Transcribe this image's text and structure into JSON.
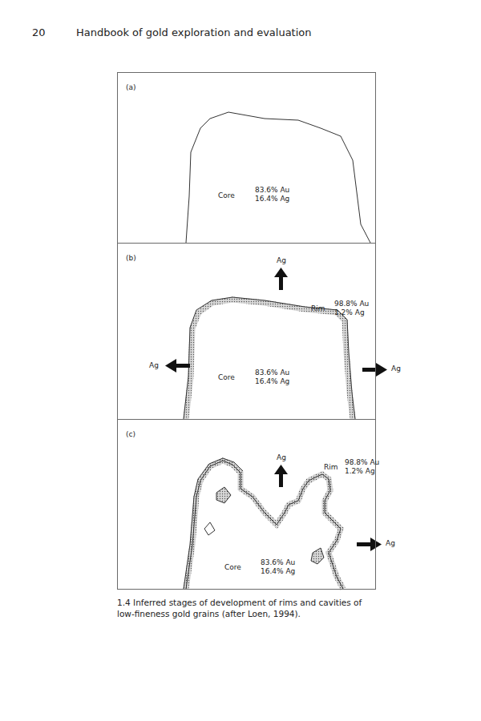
{
  "diagram": {
    "caption": "1.4 Inferred stages of development of rims and cavities of low-fineness gold grains (after Loen, 1994).",
    "nodes": [
      {
        "text": [
          "(a)"
        ]
      },
      {
        "text": [
          "(b)"
        ]
      },
      {
        "text": [
          "(c)"
        ]
      }
    ],
    "labels": [
      "20",
      "Handbook of gold exploration and evaluation",
      "Core",
      "83.6% Au",
      "16.4% Ag",
      "Ag",
      "Rim",
      "98.8% Au",
      "1.2% Ag",
      "Ag",
      "Core",
      "83.6% Au",
      "16.4% Ag",
      "Ag",
      "Ag",
      "Rim",
      "98.8% Au",
      "1.2% Ag",
      "Ag",
      "Core",
      "83.6% Au",
      "16.4% Ag"
    ]
  }
}
